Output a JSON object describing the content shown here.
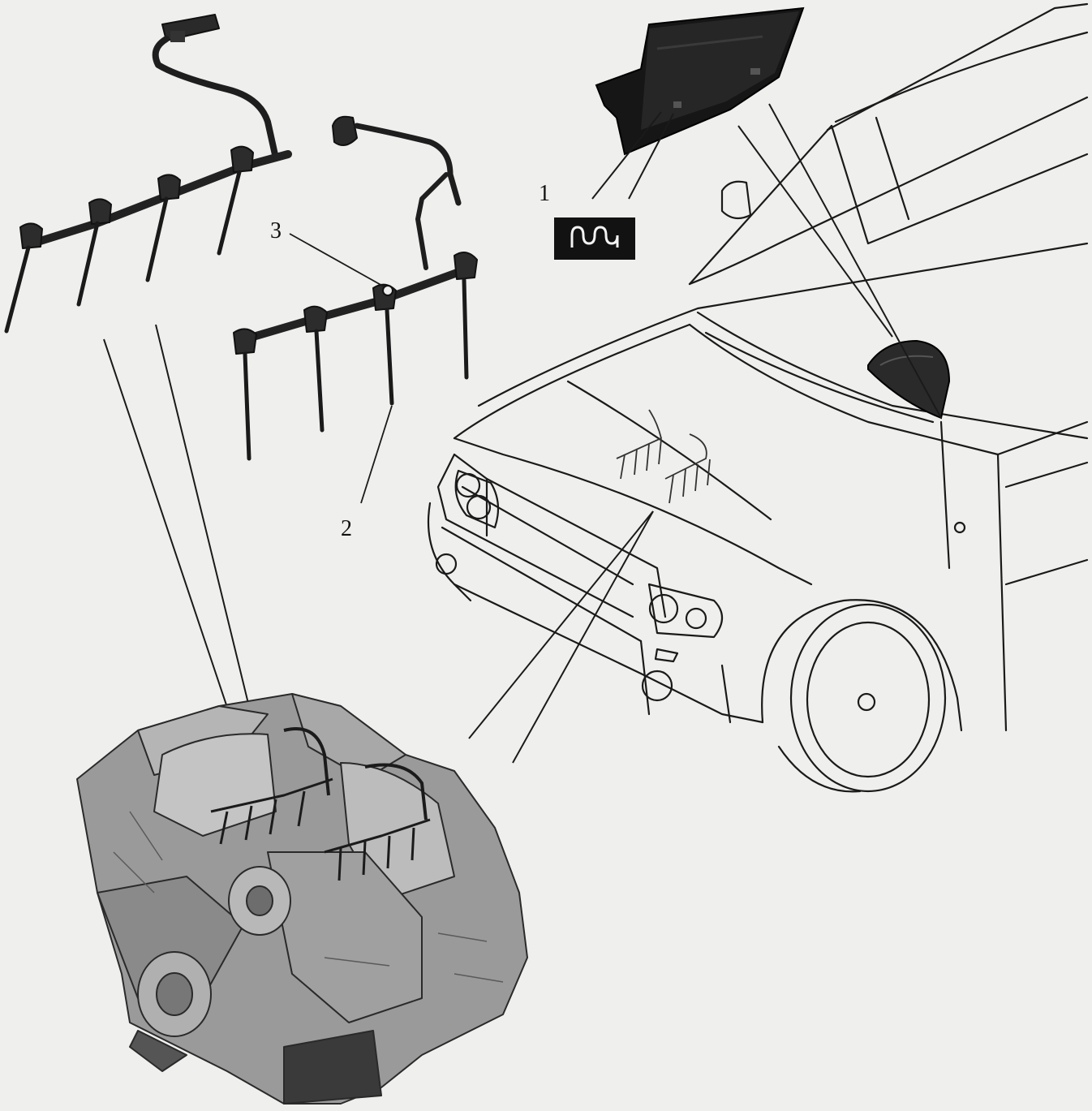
{
  "callouts": {
    "label_1": "1",
    "label_2": "2",
    "label_3": "3"
  },
  "icons": {
    "glow_plug_symbol": "glow-plug-coil-icon"
  },
  "colors": {
    "background": "#efefed",
    "line_art": "#1a1a1a",
    "harness_dark": "#2a2a2a",
    "engine_gray": "#8f8f8f",
    "module_black": "#161616"
  }
}
